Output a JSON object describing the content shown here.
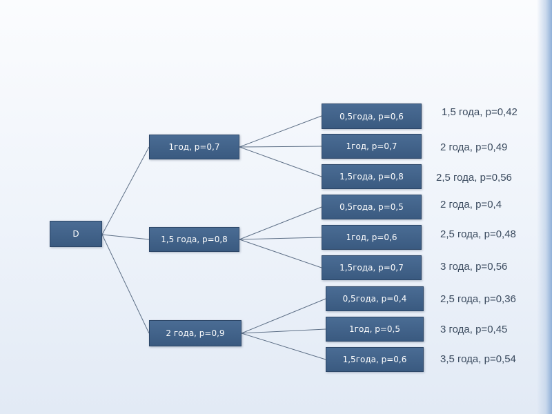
{
  "diagram": {
    "root": {
      "label": "D"
    },
    "level1": [
      {
        "label": "1год, p=0,7"
      },
      {
        "label": "1,5 года, p=0,8"
      },
      {
        "label": "2 года, p=0,9"
      }
    ],
    "level2": [
      {
        "label": "0,5года, p=0,6"
      },
      {
        "label": "1год, p=0,7"
      },
      {
        "label": "1,5года, p=0,8"
      },
      {
        "label": "0,5года, p=0,5"
      },
      {
        "label": "1год, p=0,6"
      },
      {
        "label": "1,5года, p=0,7"
      },
      {
        "label": "0,5года, p=0,4"
      },
      {
        "label": "1год, p=0,5"
      },
      {
        "label": "1,5года, p=0,6"
      }
    ],
    "results": [
      "1,5 года, p=0,42",
      "2 года, p=0,49",
      "2,5 года, p=0,56",
      "2 года, p=0,4",
      "2,5 года, p=0,48",
      "3 года, p=0,56",
      "2,5 года, p=0,36",
      "3 года, p=0,45",
      "3,5 года, p=0,54"
    ]
  }
}
